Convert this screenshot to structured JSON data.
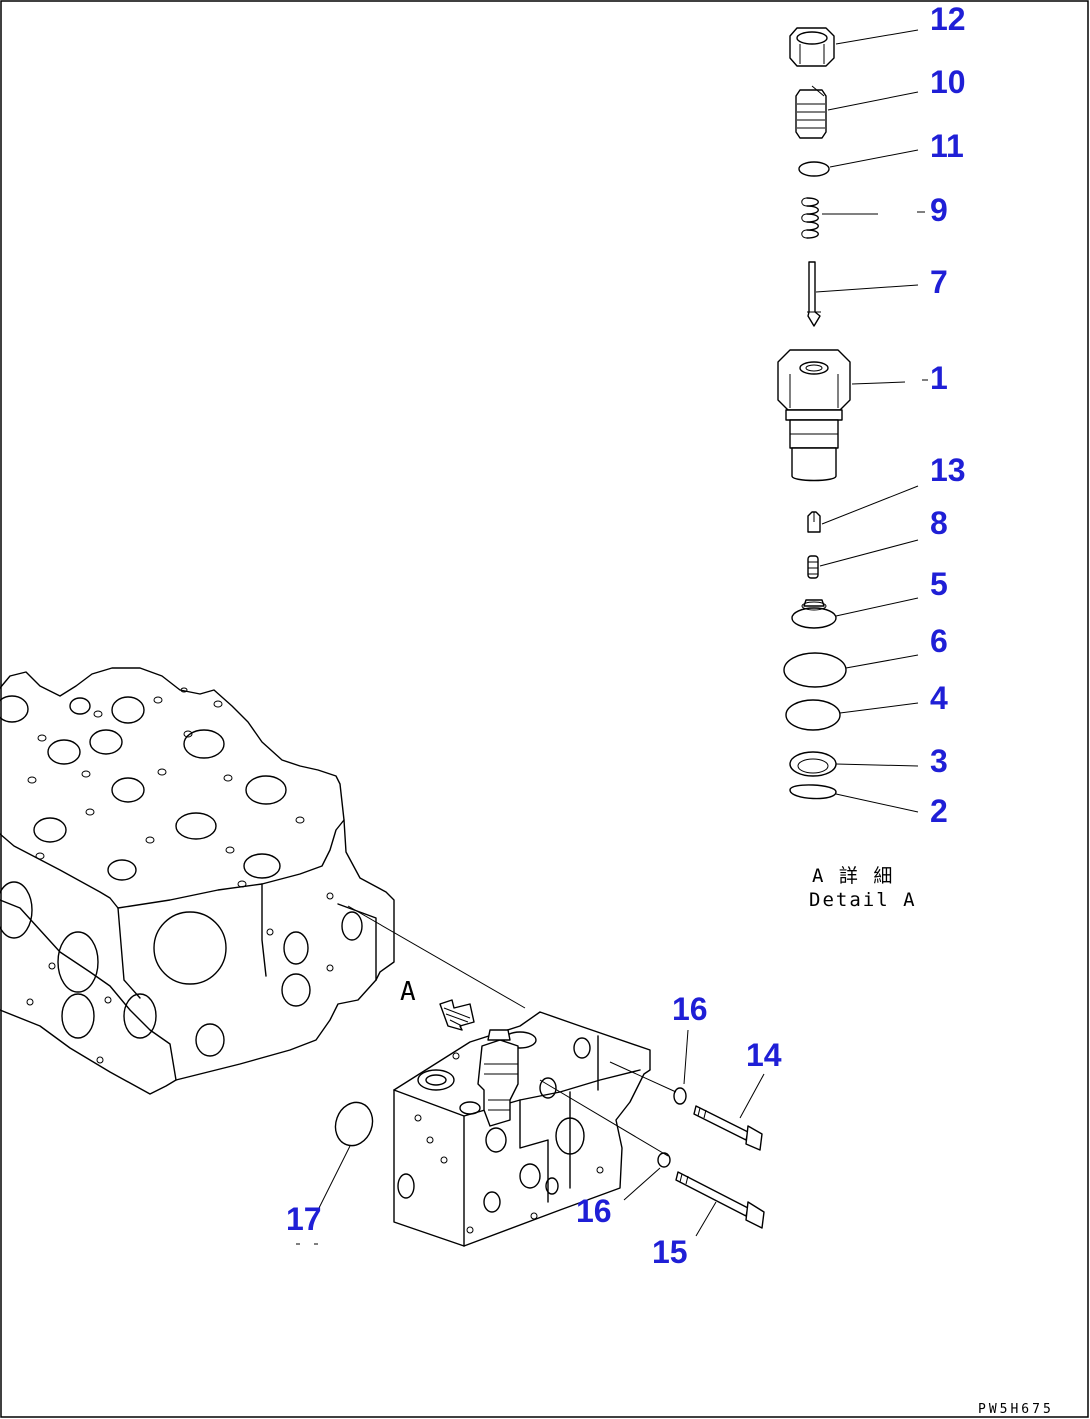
{
  "parts": [
    {
      "id": "12",
      "label": "12"
    },
    {
      "id": "10",
      "label": "10"
    },
    {
      "id": "11",
      "label": "11"
    },
    {
      "id": "9",
      "label": "9"
    },
    {
      "id": "7",
      "label": "7"
    },
    {
      "id": "1",
      "label": "1"
    },
    {
      "id": "13",
      "label": "13"
    },
    {
      "id": "8",
      "label": "8"
    },
    {
      "id": "5",
      "label": "5"
    },
    {
      "id": "6",
      "label": "6"
    },
    {
      "id": "4",
      "label": "4"
    },
    {
      "id": "3",
      "label": "3"
    },
    {
      "id": "2",
      "label": "2"
    },
    {
      "id": "16a",
      "label": "16"
    },
    {
      "id": "14",
      "label": "14"
    },
    {
      "id": "16b",
      "label": "16"
    },
    {
      "id": "17",
      "label": "17"
    },
    {
      "id": "15",
      "label": "15"
    }
  ],
  "detail": {
    "jp": "A 詳 細",
    "en": "Detail A"
  },
  "view_marker": "A",
  "drawing_code": "PW5H675",
  "colors": {
    "callout": "#1f1fd6",
    "line": "#000000",
    "background": "#ffffff"
  }
}
